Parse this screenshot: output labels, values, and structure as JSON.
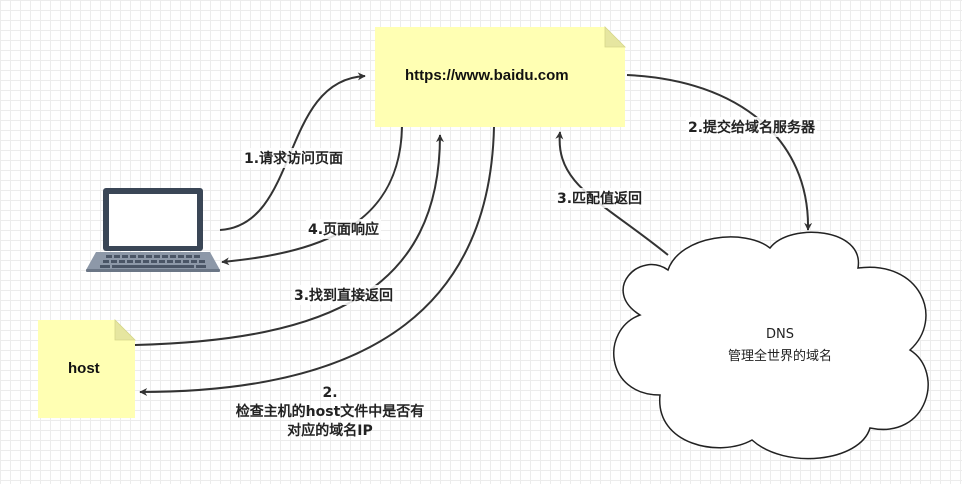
{
  "nodes": {
    "website": "https://www.baidu.com",
    "host": "host",
    "dns_title": "DNS",
    "dns_desc": "管理全世界的域名"
  },
  "edges": {
    "step1": "1.请求访问页面",
    "step2_submit": "2.提交给域名服务器",
    "step3_match": "3.匹配值返回",
    "step4": "4.页面响应",
    "step3_found": "3.找到直接返回",
    "step2_check_line1": "2.",
    "step2_check_line2": "检查主机的host文件中是否有",
    "step2_check_line3": "对应的域名IP"
  },
  "colors": {
    "note_fill": "#ffffb3",
    "note_fold": "#e6e6a0",
    "line": "#333333",
    "laptop_frame": "#3a4656"
  },
  "icons": [
    "laptop-icon",
    "cloud-shape",
    "note-shape"
  ]
}
